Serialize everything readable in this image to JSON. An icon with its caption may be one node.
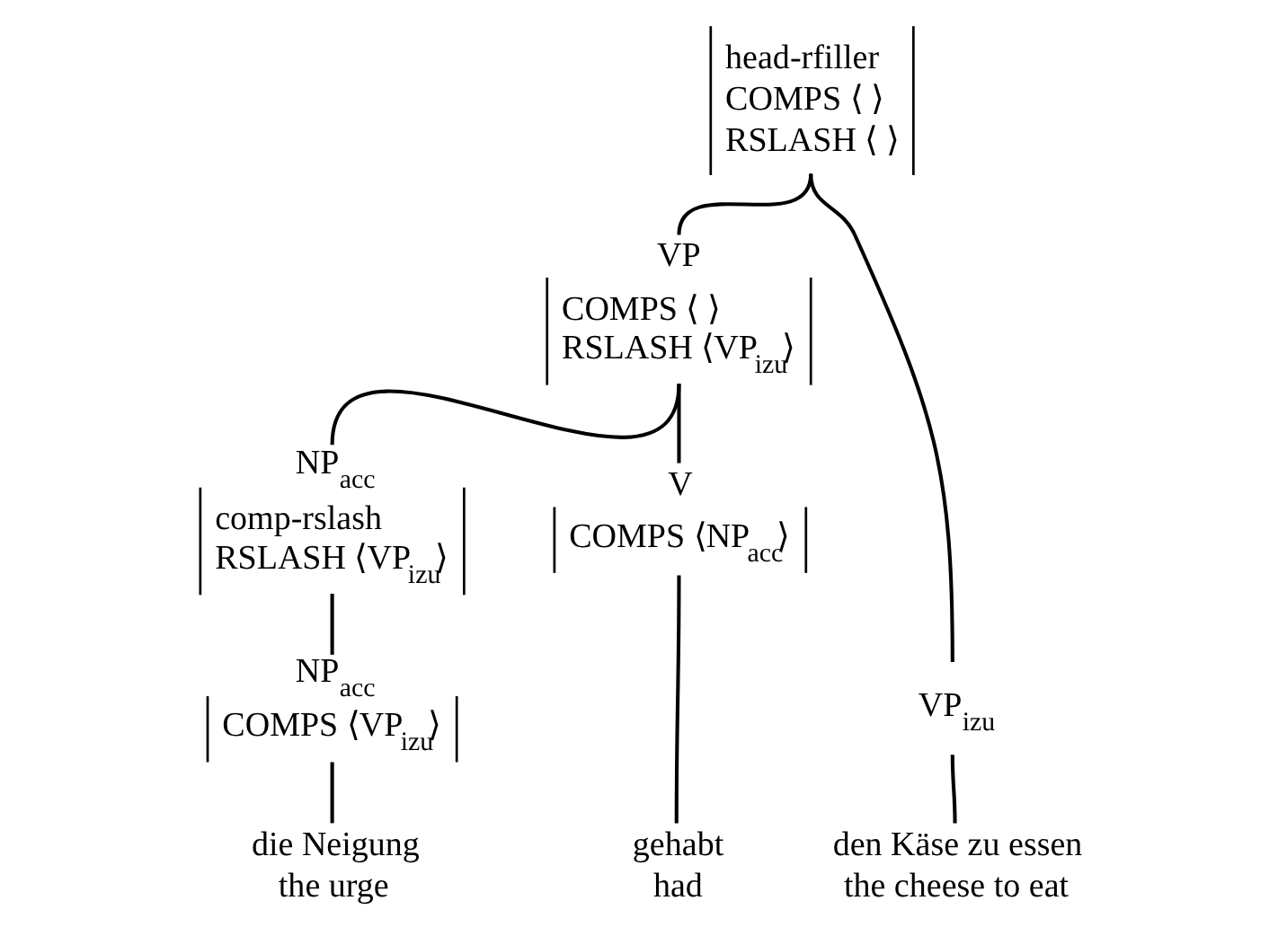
{
  "diagram": {
    "nodes": [
      {
        "text": [
          "head-rfiller",
          "COMPS ⟨ ⟩",
          "RSLASH ⟨ ⟩"
        ]
      },
      {
        "text": [
          "VP",
          "COMPS ⟨ ⟩",
          "RSLASH ⟨VP$_{izu}$⟩"
        ]
      },
      {
        "text": [
          "VP$_{izu}$"
        ]
      },
      {
        "text": [
          "NP$_{acc}$",
          "comp-rslash",
          "RSLASH ⟨VP$_{izu}$⟩"
        ]
      },
      {
        "text": [
          "V",
          "COMPS ⟨NP$_{acc}$⟩"
        ]
      },
      {
        "text": [
          "NP$_{acc}$",
          "COMPS ⟨VP$_{izu}$⟩"
        ]
      },
      {
        "text": [
          "die Neigung",
          "the urge"
        ]
      },
      {
        "text": [
          "gehabt",
          "had"
        ]
      },
      {
        "text": [
          "den Käse zu essen",
          "the cheese to eat"
        ]
      }
    ],
    "edges": [
      {
        "from": 0,
        "to": 1,
        "arrow": "none"
      },
      {
        "from": 0,
        "to": 2,
        "arrow": "none"
      },
      {
        "from": 1,
        "to": 3,
        "arrow": "none"
      },
      {
        "from": 1,
        "to": 4,
        "arrow": "none"
      },
      {
        "from": 3,
        "to": 5,
        "arrow": "none"
      },
      {
        "from": 5,
        "to": 6,
        "arrow": "none"
      },
      {
        "from": 4,
        "to": 7,
        "arrow": "none"
      },
      {
        "from": 2,
        "to": 8,
        "arrow": "none"
      }
    ]
  }
}
